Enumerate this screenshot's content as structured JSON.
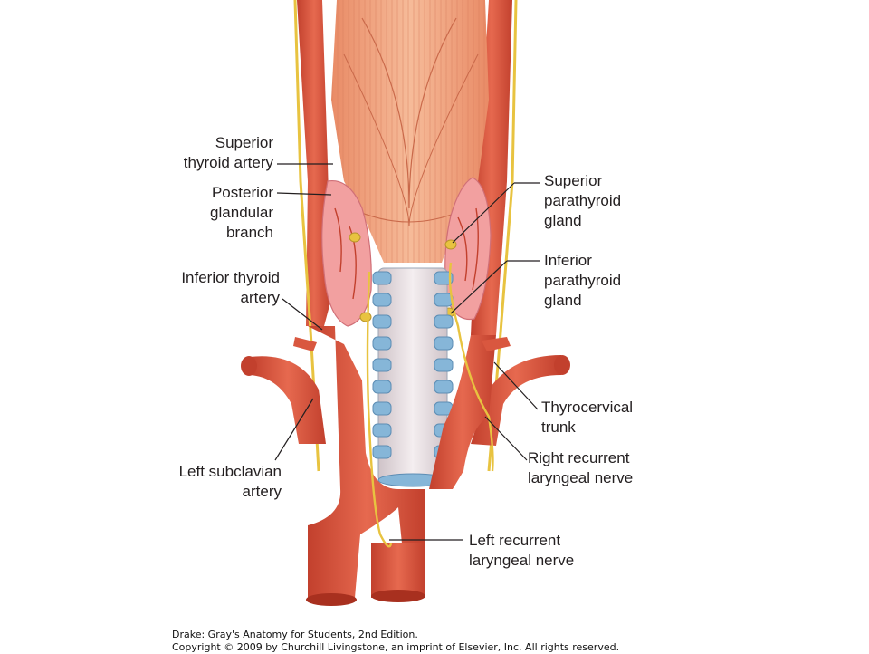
{
  "labels": {
    "superior_thyroid_artery": "Superior\nthyroid artery",
    "posterior_glandular_branch": "Posterior\nglandular\nbranch",
    "inferior_thyroid_artery": "Inferior thyroid\nartery",
    "left_subclavian_artery": "Left subclavian\nartery",
    "superior_parathyroid_gland": "Superior\nparathyroid\ngland",
    "inferior_parathyroid_gland": "Inferior\nparathyroid\ngland",
    "thyrocervical_trunk": "Thyrocervical\ntrunk",
    "right_recurrent_laryngeal_nerve": "Right recurrent\nlaryngeal nerve",
    "left_recurrent_laryngeal_nerve": "Left recurrent\nlaryngeal nerve"
  },
  "credit": {
    "line1": "Drake: Gray's Anatomy for Students, 2nd Edition.",
    "line2": "Copyright © 2009 by Churchill Livingstone, an imprint of Elsevier, Inc. All rights reserved."
  },
  "colors": {
    "artery": "#d9573f",
    "muscle": "#f0a07c",
    "gland": "#f2a0a0",
    "trachea_ring": "#86b6d8",
    "nerve": "#e8c340"
  }
}
